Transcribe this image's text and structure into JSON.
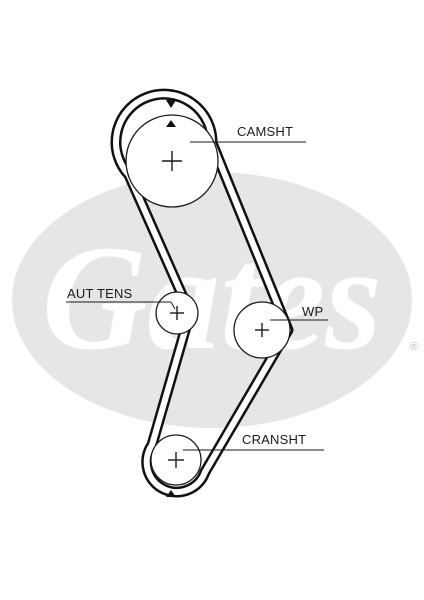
{
  "brand": {
    "logo_text": "Gates",
    "registered_mark": "®",
    "logo_color": "#e6e6e6"
  },
  "diagram": {
    "belt_color": "#111111",
    "labels": {
      "camshaft": "CAMSHT",
      "tensioner": "AUT TENS",
      "water_pump": "WP",
      "crankshaft": "CRANSHT"
    }
  }
}
